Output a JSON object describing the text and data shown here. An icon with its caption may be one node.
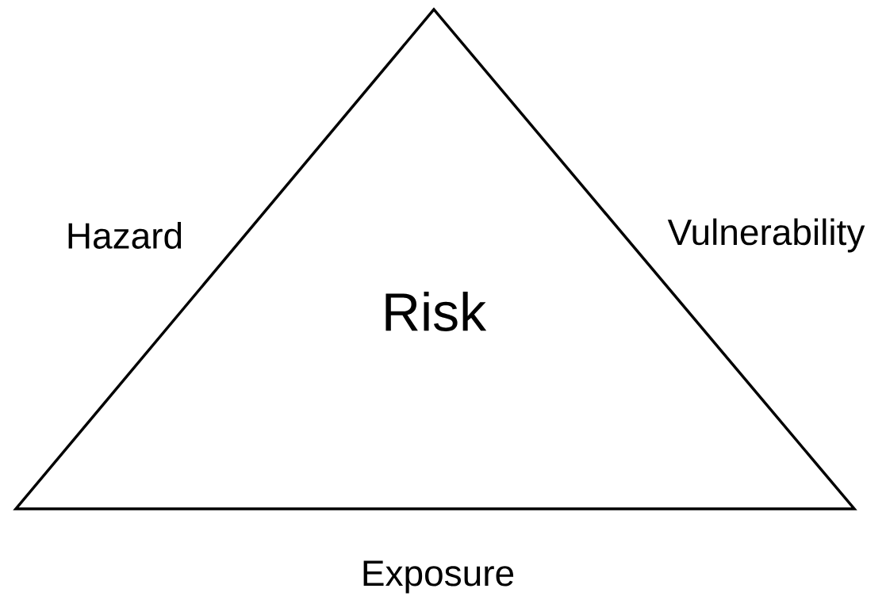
{
  "diagram": {
    "nodes": [
      {
        "text": [
          "Risk"
        ]
      }
    ],
    "edges": [],
    "labels": [
      "Hazard",
      "Vulnerability",
      "Exposure"
    ]
  }
}
